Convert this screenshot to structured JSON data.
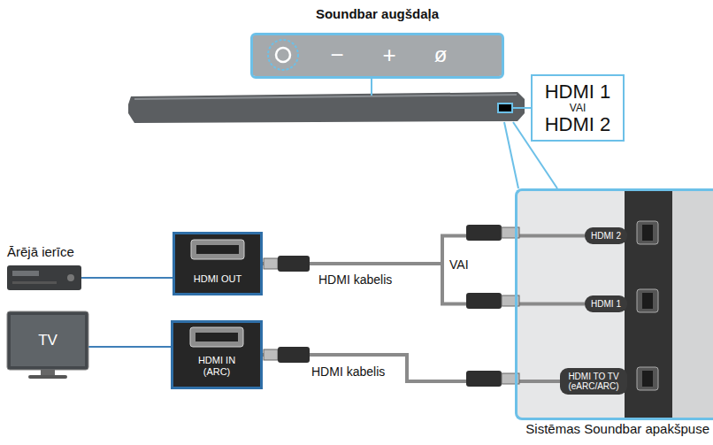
{
  "diagram": {
    "nodes": [
      {
        "text": [
          "Soundbar augšdaļa",
          "−",
          "+",
          "ø"
        ]
      },
      {
        "text": [
          "HDMI 1",
          "VAI",
          "HDMI 2"
        ]
      },
      {
        "text": [
          "HDMI OUT"
        ]
      },
      {
        "text": [
          "TV"
        ]
      },
      {
        "text": [
          "HDMI IN (ARC)"
        ]
      },
      {
        "text": [
          "Sistēmas Soundbar apakšpuse"
        ]
      },
      {
        "text": [
          "HDMI 2"
        ],
        "in": 5
      },
      {
        "text": [
          "HDMI 1"
        ],
        "in": 5
      },
      {
        "text": [
          "HDMI TO TV (eARC/ARC)"
        ],
        "in": 5
      }
    ],
    "edges": [
      {
        "from": 2,
        "to": 6,
        "label": "HDMI kabelis",
        "arrow": "none"
      },
      {
        "from": 2,
        "to": 7,
        "arrow": "none"
      },
      {
        "from": 4,
        "to": 8,
        "label": "HDMI kabelis",
        "arrow": "none"
      }
    ],
    "labels": [
      "Ārējā ierīce",
      "VAI"
    ]
  }
}
